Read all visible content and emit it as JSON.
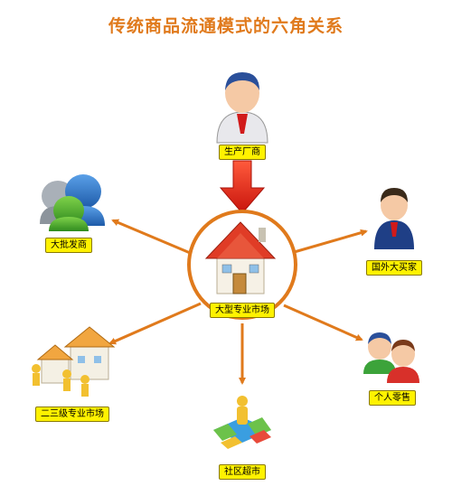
{
  "title": "传统商品流通模式的六角关系",
  "nodes": {
    "center": {
      "label": "大型专业市场",
      "icon": "house-icon"
    },
    "producer": {
      "label": "生产厂商",
      "icon": "businessman-icon"
    },
    "wholesale": {
      "label": "大批发商",
      "icon": "user-group-icon"
    },
    "foreign_buyer": {
      "label": "国外大买家",
      "icon": "person-icon"
    },
    "secondary_market": {
      "label": "二三级专业市场",
      "icon": "buildings-icon"
    },
    "retail": {
      "label": "个人零售",
      "icon": "two-people-icon"
    },
    "supermarket": {
      "label": "社区超市",
      "icon": "store-puzzle-icon"
    }
  },
  "colors": {
    "title": "#e07a1c",
    "arrow": "#e07a1c",
    "main_arrow": "#e0251b",
    "label_bg": "#fff200",
    "circle": "#e07a1c"
  }
}
